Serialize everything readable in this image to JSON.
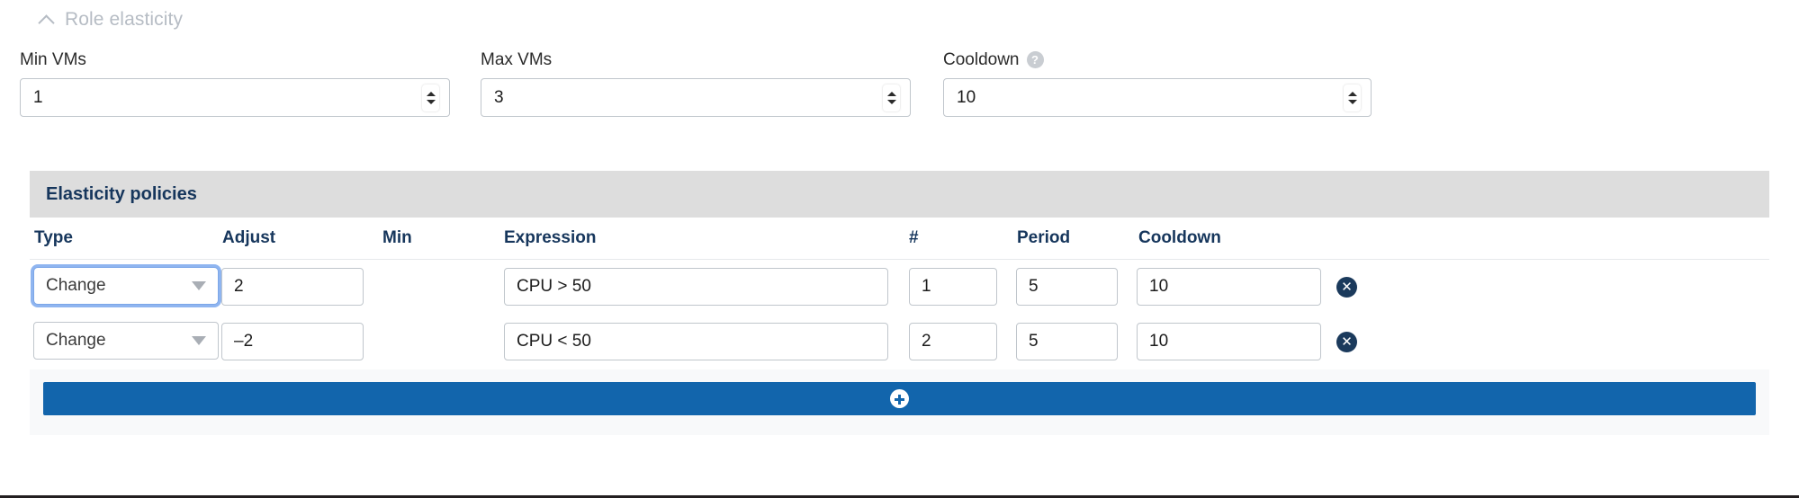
{
  "section": {
    "title": "Role elasticity",
    "collapse_icon": "chevron-up-icon"
  },
  "fields": {
    "min_vms": {
      "label": "Min VMs",
      "value": "1"
    },
    "max_vms": {
      "label": "Max VMs",
      "value": "3"
    },
    "cooldown": {
      "label": "Cooldown",
      "value": "10",
      "help_icon": "help-circle-icon"
    }
  },
  "policies": {
    "panel_title": "Elasticity policies",
    "columns": [
      "Type",
      "Adjust",
      "Min",
      "Expression",
      "#",
      "Period",
      "Cooldown"
    ],
    "rows": [
      {
        "type": "Change",
        "adjust": "2",
        "min": "",
        "expression": "CPU > 50",
        "count": "1",
        "period": "5",
        "cooldown": "10",
        "delete_icon": "close-circle-icon"
      },
      {
        "type": "Change",
        "adjust": "–2",
        "min": "",
        "expression": "CPU < 50",
        "count": "2",
        "period": "5",
        "cooldown": "10",
        "delete_icon": "close-circle-icon"
      }
    ],
    "add_button": {
      "icon": "plus-circle-icon",
      "label": ""
    }
  },
  "colors": {
    "accent_blue": "#1265ac",
    "header_navy": "#16365c",
    "panel_band": "#dddddd",
    "focus_ring": "#8fb5f0",
    "delete_navy": "#1b3a5c"
  }
}
